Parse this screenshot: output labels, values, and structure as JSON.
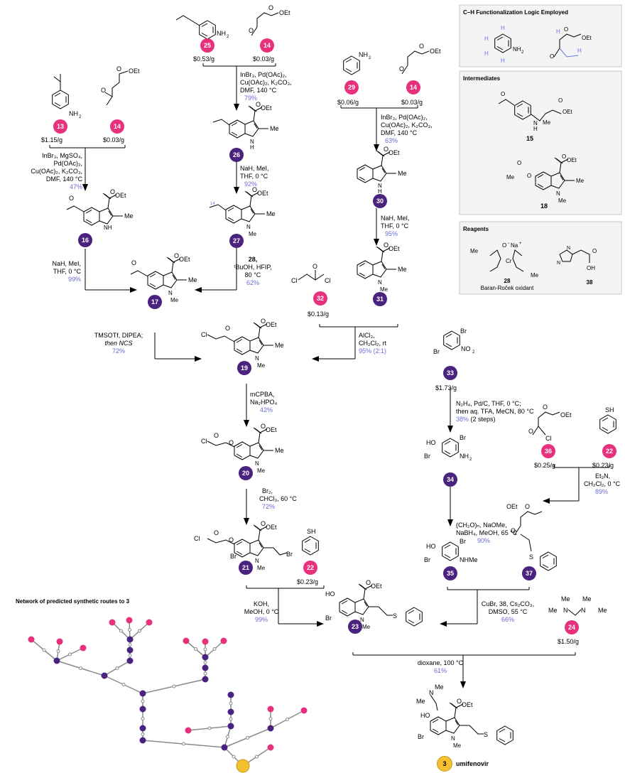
{
  "compounds": {
    "c13": {
      "num": "13",
      "price": "$1.15/g"
    },
    "c14a": {
      "num": "14",
      "price": "$0.03/g"
    },
    "c25": {
      "num": "25",
      "price": "$0.53/g"
    },
    "c14b": {
      "num": "14",
      "price": "$0.03/g"
    },
    "c29": {
      "num": "29",
      "price": "$0.06/g"
    },
    "c14c": {
      "num": "14",
      "price": "$0.03/g"
    },
    "c16": {
      "num": "16"
    },
    "c26": {
      "num": "26"
    },
    "c30": {
      "num": "30"
    },
    "c27": {
      "num": "27"
    },
    "c31": {
      "num": "31"
    },
    "c17": {
      "num": "17"
    },
    "c32": {
      "num": "32",
      "price": "$0.13/g"
    },
    "c19": {
      "num": "19"
    },
    "c33": {
      "num": "33",
      "price": "$1.73/g"
    },
    "c20": {
      "num": "20"
    },
    "c34": {
      "num": "34"
    },
    "c36": {
      "num": "36",
      "price": "$0.25/g"
    },
    "c22a": {
      "num": "22",
      "price": "$0.23/g"
    },
    "c21": {
      "num": "21"
    },
    "c22b": {
      "num": "22",
      "price": "$0.23/g"
    },
    "c35": {
      "num": "35"
    },
    "c37": {
      "num": "37"
    },
    "c23": {
      "num": "23"
    },
    "c24": {
      "num": "24",
      "price": "$1.50/g"
    },
    "c3": {
      "num": "3",
      "name": "umifenovir"
    }
  },
  "conditions": {
    "r13": [
      "InBr₃, MgSO₄,",
      "Pd(OAc)₂,",
      "Cu(OAc)₂, K₂CO₃,",
      "DMF, 140 °C"
    ],
    "r13_yield": "47%",
    "r25": [
      "InBr₃, Pd(OAc)₂,",
      "Cu(OAc)₂, K₂CO₃,",
      "DMF, 140 °C"
    ],
    "r25_yield": "79%",
    "r29": [
      "InBr₃, Pd(OAc)₂,",
      "Cu(OAc)₂, K₂CO₃,",
      "DMF, 140 °C"
    ],
    "r29_yield": "63%",
    "r16": [
      "NaH, MeI,",
      "THF, 0 °C"
    ],
    "r16_yield": "99%",
    "r26": [
      "NaH, MeI,",
      "THF, 0 °C"
    ],
    "r26_yield": "92%",
    "r30": [
      "NaH, MeI,",
      "THF, 0 °C"
    ],
    "r30_yield": "95%",
    "r27": [
      "28,",
      "ᵗBuOH, HFIP,",
      "80 °C"
    ],
    "r27_yield": "62%",
    "r31": [
      "AlCl₃,",
      "CH₂Cl₂, rt"
    ],
    "r31_yield": "95% (2:1)",
    "r17": [
      "TMSOTf, DIPEA;",
      "then NCS"
    ],
    "r17_yield": "72%",
    "r19": [
      "mCPBA,",
      "Na₂HPO₄"
    ],
    "r19_yield": "42%",
    "r20": [
      "Br₂,",
      "CHCl₃, 60 °C"
    ],
    "r20_yield": "72%",
    "r33": [
      "N₂H₄, Pd/C, THF, 0 °C;",
      "then aq. TFA, MeCN, 80 °C"
    ],
    "r33_yield": "38%",
    "r33_note": "(2 steps)",
    "r34": [
      "(CH₂O)ₙ, NaOMe,",
      "NaBH₄, MeOH, 65 °C"
    ],
    "r34_yield": "90%",
    "r36": [
      "Et₃N,",
      "CH₂Cl₂, 0 °C"
    ],
    "r36_yield": "89%",
    "r21": [
      "KOH,",
      "MeOH, 0 °C"
    ],
    "r21_yield": "99%",
    "r35": [
      "CuBr, 38, Cs₂CO₃,",
      "DMSO, 55 °C"
    ],
    "r35_yield": "66%",
    "r23": [
      "dioxane, 100 °C"
    ],
    "r23_yield": "61%"
  },
  "panels": {
    "logic_title": "C–H Functionalization Logic Employed",
    "intermediates_title": "Intermediates",
    "intermediate_15": "15",
    "intermediate_18": "18",
    "reagents_title": "Reagents",
    "reagent_28": "28",
    "reagent_28_name": "Baran-Roček oxidant",
    "reagent_38": "38"
  },
  "network_title": "Network of predicted synthetic routes to 3",
  "colors": {
    "start_badge": "#e8317d",
    "intermediate_badge": "#4a237f",
    "product_badge": "#f5c030",
    "yield_text": "#6b6bd6",
    "panel_bg": "#f4f4f4",
    "highlight": "#6a78e0"
  }
}
